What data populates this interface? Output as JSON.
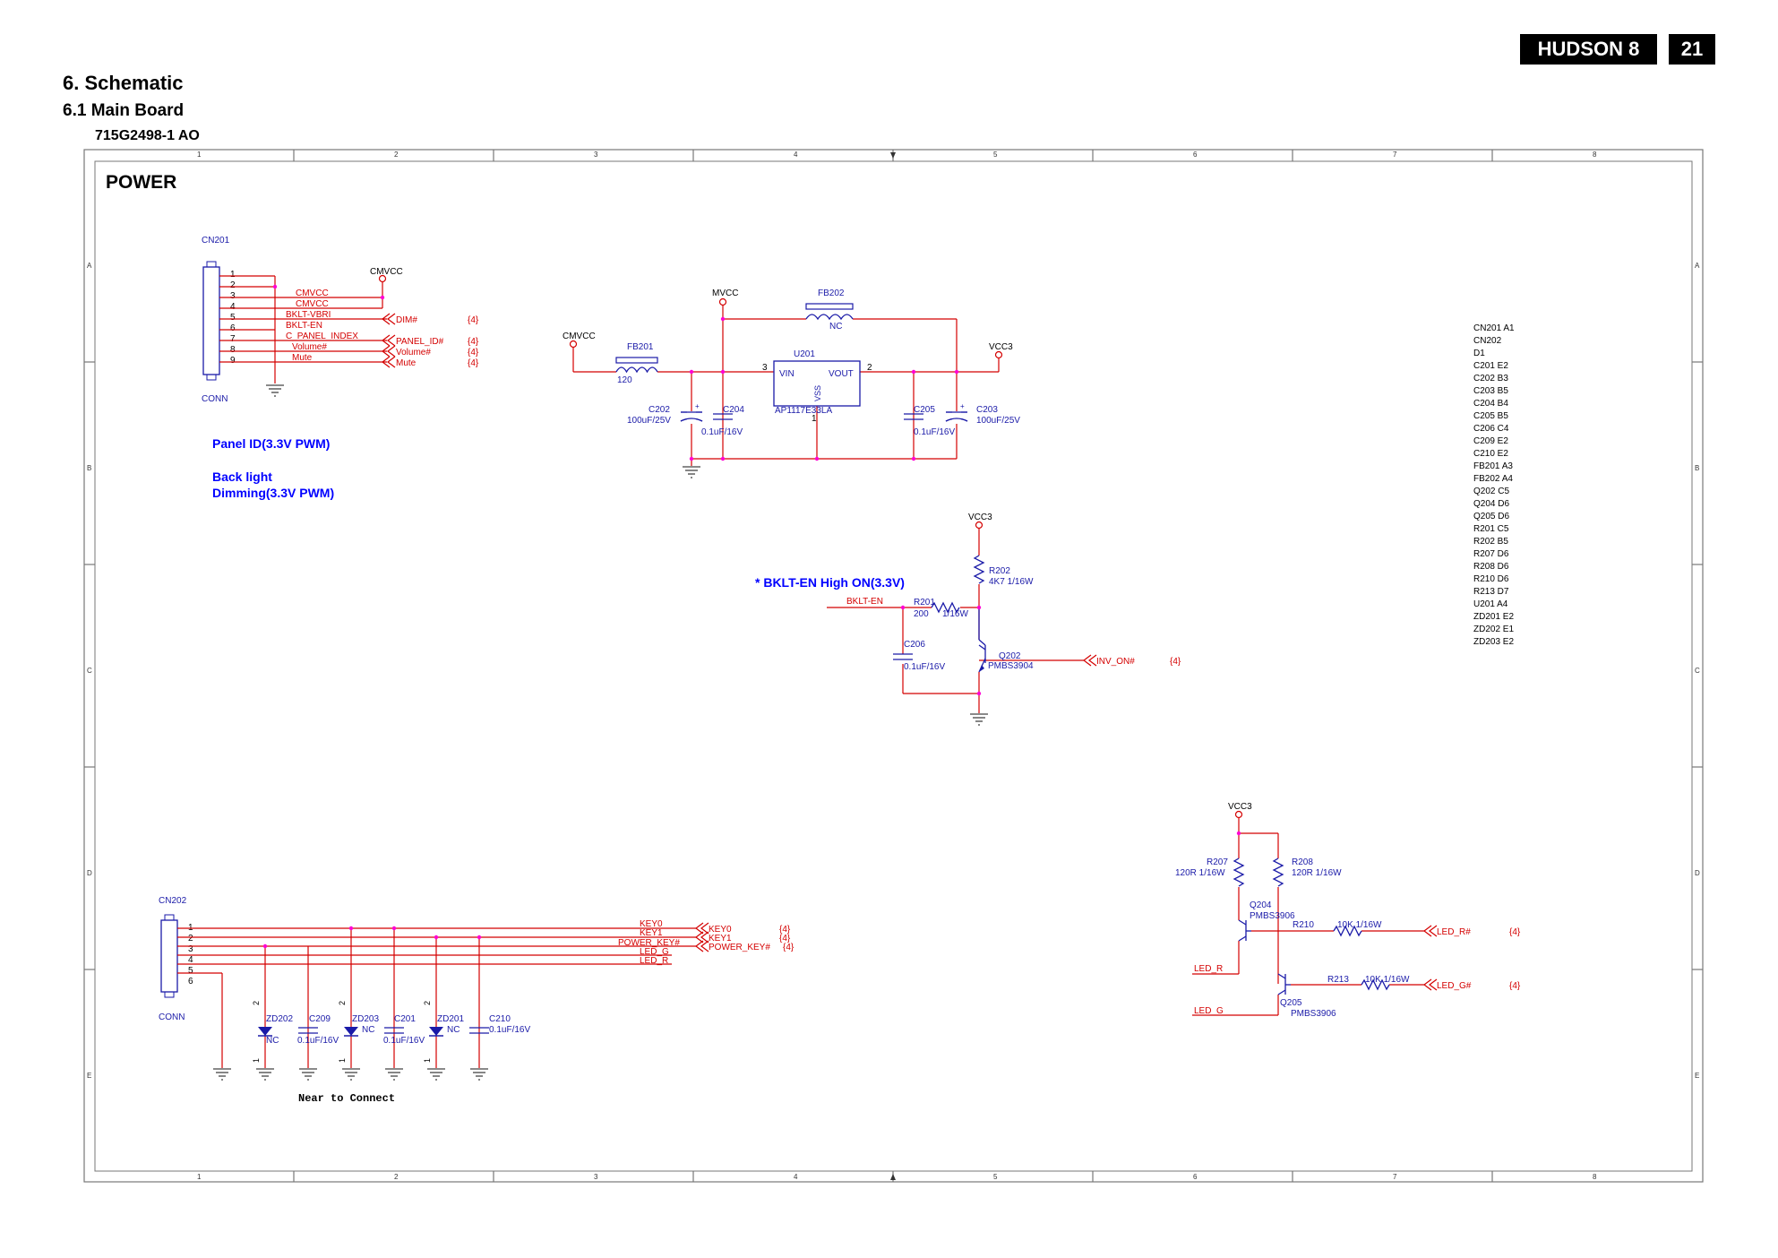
{
  "header": {
    "model": "HUDSON 8",
    "page": "21"
  },
  "title": "6. Schematic",
  "subtitle": "6.1 Main Board",
  "board_id": "715G2498-1 AO",
  "sheet_title": "POWER",
  "grid": {
    "cols": [
      "1",
      "2",
      "3",
      "4",
      "5",
      "6",
      "7",
      "8"
    ],
    "rows": [
      "A",
      "B",
      "C",
      "D",
      "E"
    ]
  },
  "notes": {
    "panel_id": "Panel ID(3.3V PWM)",
    "backlight_1": "Back light",
    "backlight_2": "Dimming(3.3V PWM)",
    "bklt_en": "* BKLT-EN High ON(3.3V)",
    "near": "Near to Connect"
  },
  "cn201": {
    "ref": "CN201",
    "type": "CONN",
    "pins": [
      "1",
      "2",
      "3",
      "4",
      "5",
      "6",
      "7",
      "8",
      "9"
    ],
    "nets": [
      "CMVCC",
      "CMVCC",
      "BKLT-VBRI",
      "BKLT-EN",
      "C_PANEL_INDEX",
      "Volume#",
      "Mute"
    ],
    "power": "CMVCC",
    "ports": [
      "DIM#",
      "PANEL_ID#",
      "Volume#",
      "Mute"
    ],
    "port_refs": [
      "{4}",
      "{4}",
      "{4}",
      "{4}"
    ]
  },
  "regulator": {
    "mvcc": "MVCC",
    "cmvcc": "CMVCC",
    "vcc3": "VCC3",
    "fb201": "FB201",
    "fb201_val": "120",
    "fb202": "FB202",
    "fb202_val": "NC",
    "u201": "U201",
    "u201_part": "AP1117E33LA",
    "vin": "VIN",
    "vout": "VOUT",
    "vss": "VSS",
    "pin3": "3",
    "pin2": "2",
    "pin1": "1",
    "c202": "C202",
    "c202_val": "100uF/25V",
    "c204": "C204",
    "c204_val": "0.1uF/16V",
    "c205": "C205",
    "c205_val": "0.1uF/16V",
    "c203": "C203",
    "c203_val": "100uF/25V",
    "plus": "+"
  },
  "inverter": {
    "vcc3": "VCC3",
    "r202": "R202",
    "r202_val": "4K7 1/16W",
    "bklt_en": "BKLT-EN",
    "r201": "R201",
    "r201_val1": "200",
    "r201_val2": "1/16W",
    "c206": "C206",
    "c206_val": "0.1uF/16V",
    "q202": "Q202",
    "q202_part": "PMBS3904",
    "port": "INV_ON#",
    "port_ref": "{4}"
  },
  "cn202": {
    "ref": "CN202",
    "type": "CONN",
    "pins": [
      "1",
      "2",
      "3",
      "4",
      "5",
      "6"
    ],
    "nets": [
      "KEY0",
      "KEY1",
      "POWER_KEY#",
      "LED_G",
      "LED_R"
    ],
    "ports": [
      "KEY0",
      "KEY1",
      "POWER_KEY#"
    ],
    "port_refs": [
      "{4}",
      "{4}",
      "{4}"
    ],
    "parts": [
      {
        "ref": "ZD202",
        "val": "NC"
      },
      {
        "ref": "C209",
        "val": "0.1uF/16V"
      },
      {
        "ref": "ZD203",
        "val": "NC"
      },
      {
        "ref": "C201",
        "val": "0.1uF/16V"
      },
      {
        "ref": "ZD201",
        "val": "NC"
      },
      {
        "ref": "C210",
        "val": "0.1uF/16V"
      }
    ],
    "pin_a": "2",
    "pin_k": "1"
  },
  "led": {
    "vcc3": "VCC3",
    "r207": "R207",
    "r207_val": "120R 1/16W",
    "r208": "R208",
    "r208_val": "120R 1/16W",
    "q204": "Q204",
    "q204_part": "PMBS3906",
    "q205": "Q205",
    "q205_part": "PMBS3906",
    "r210": "R210",
    "r210_val": "10K 1/16W",
    "r213": "R213",
    "r213_val": "10K 1/16W",
    "led_r": "LED_R",
    "led_g": "LED_G",
    "port_r": "LED_R#",
    "port_g": "LED_G#",
    "port_ref": "{4}"
  },
  "parts_index": [
    "CN201  A1",
    "CN202",
    "D1",
    "C201  E2",
    "C202  B3",
    "C203  B5",
    "C204  B4",
    "C205  B5",
    "C206  C4",
    "C209  E2",
    "C210  E2",
    "FB201  A3",
    "FB202  A4",
    "Q202  C5",
    "Q204  D6",
    "Q205  D6",
    "R201  C5",
    "R202  B5",
    "R207  D6",
    "R208  D6",
    "R210  D6",
    "R213  D7",
    "U201  A4",
    "ZD201  E2",
    "ZD202  E1",
    "ZD203  E2"
  ],
  "colors": {
    "wire": "#d40000",
    "part": "#1a1aa8",
    "junction": "#ff00d4",
    "frame": "#444444",
    "note": "#0000ff"
  }
}
